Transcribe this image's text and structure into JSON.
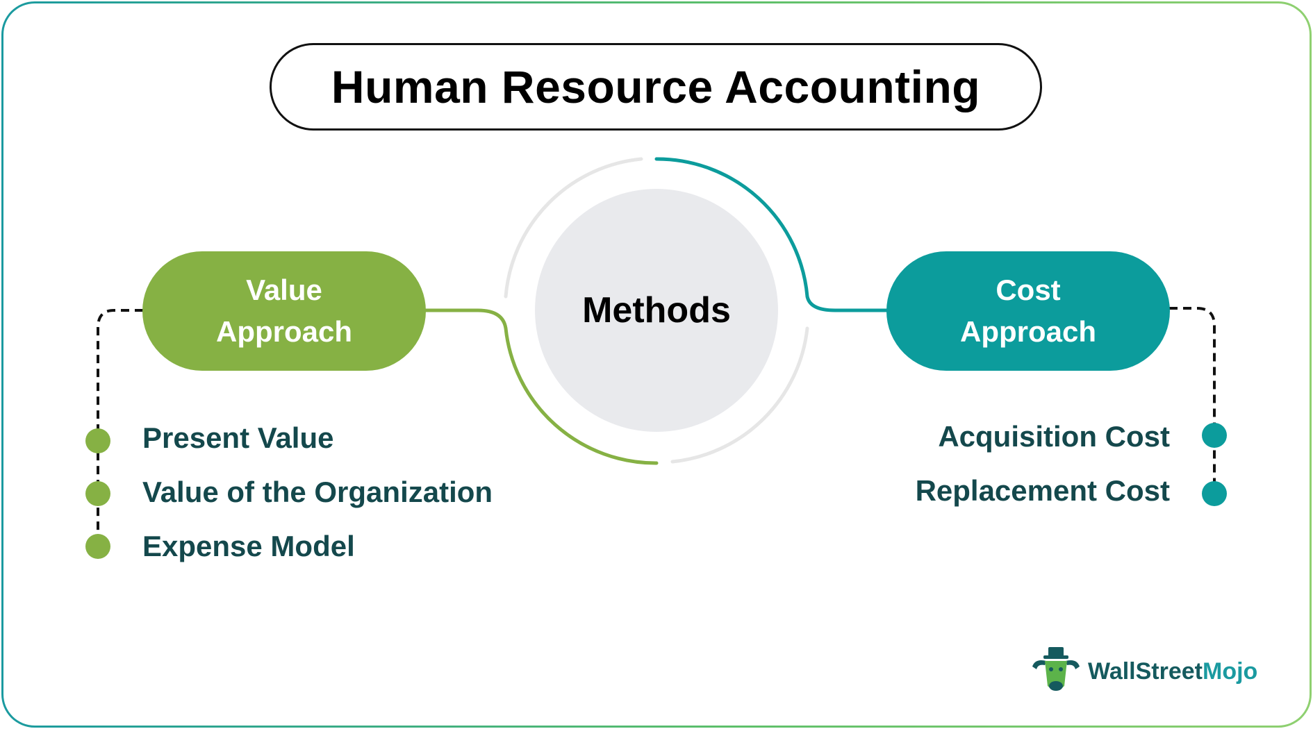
{
  "title": "Human Resource Accounting",
  "center": {
    "label": "Methods"
  },
  "left_branch": {
    "label_line1": "Value",
    "label_line2": "Approach",
    "items": [
      "Present Value",
      "Value of the Organization",
      "Expense Model"
    ]
  },
  "right_branch": {
    "label_line1": "Cost",
    "label_line2": "Approach",
    "items": [
      "Acquisition Cost",
      "Replacement Cost"
    ]
  },
  "logo": {
    "part1": "WallStreet",
    "part2": "Mojo"
  },
  "colors": {
    "value_green": "#86b144",
    "cost_teal": "#0c9c9c",
    "item_text": "#14484c",
    "center_circle": "#e9eaed",
    "ring_gray": "#e6e6e6"
  }
}
